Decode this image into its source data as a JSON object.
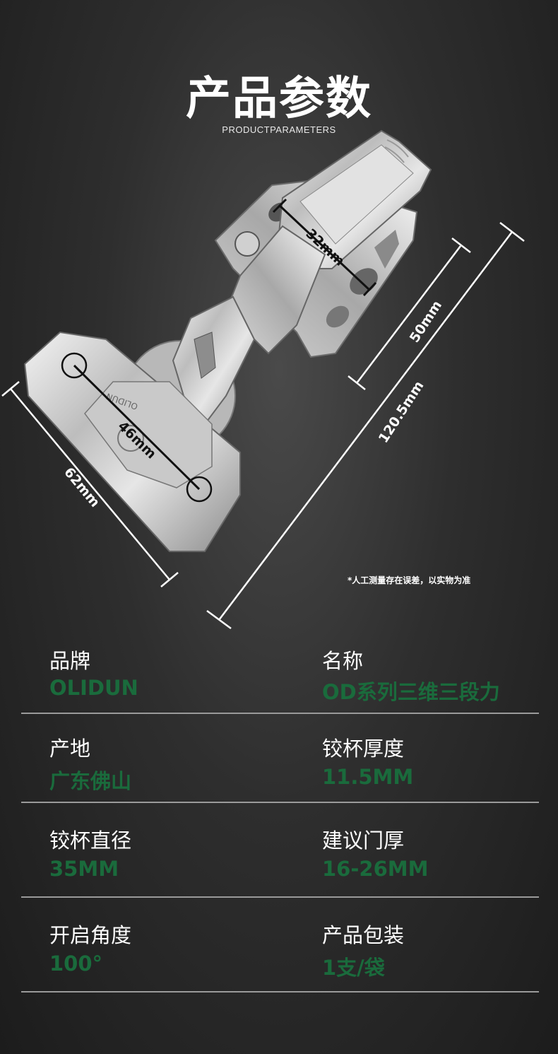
{
  "header": {
    "title": "产品参数",
    "subtitle": "PRODUCTPARAMETERS"
  },
  "product": {
    "brand_engraving": "OLIDUN"
  },
  "dimensions": {
    "d1": "32mm",
    "d2": "50mm",
    "d3": "120.5mm",
    "d4": "46mm",
    "d5": "62mm"
  },
  "note": "*人工测量存在误差，以实物为准",
  "specs": [
    {
      "left": {
        "label": "品牌",
        "value": "OLIDUN"
      },
      "right": {
        "label": "名称",
        "value": "OD系列三维三段力"
      }
    },
    {
      "left": {
        "label": "产地",
        "value": "广东佛山"
      },
      "right": {
        "label": "铰杯厚度",
        "value": "11.5MM"
      }
    },
    {
      "left": {
        "label": "铰杯直径",
        "value": "35MM"
      },
      "right": {
        "label": "建议门厚",
        "value": "16-26MM"
      }
    },
    {
      "left": {
        "label": "开启角度",
        "value": "100°"
      },
      "right": {
        "label": "产品包装",
        "value": "1支/袋"
      }
    }
  ],
  "colors": {
    "value_green": "#1a6b3c",
    "label_white": "#ffffff"
  }
}
